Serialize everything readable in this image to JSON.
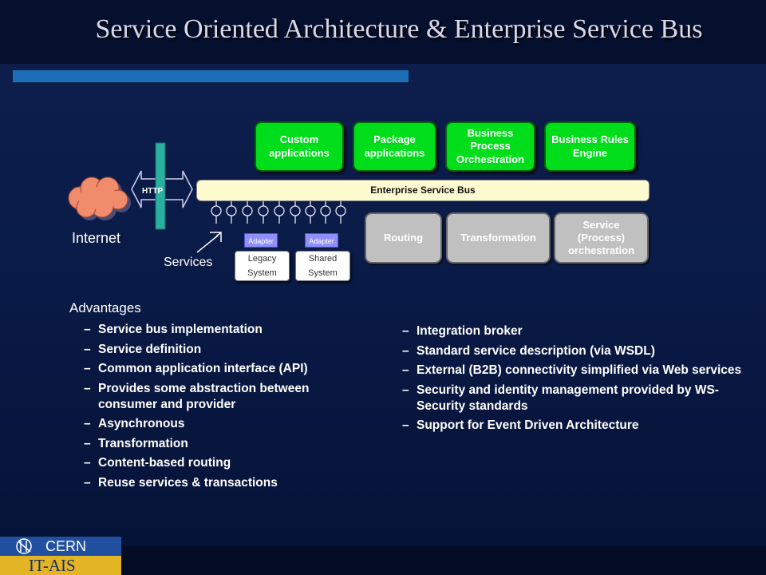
{
  "title": "Service Oriented Architecture & Enterprise Service Bus",
  "diagram": {
    "apps": [
      "Custom applications",
      "Package applications",
      "Business Process Orchestration",
      "Business Rules Engine"
    ],
    "esb": "Enterprise Service Bus",
    "http": "HTTP",
    "internet": "Internet",
    "services": "Services",
    "adapters": [
      "Adapter",
      "Adapter"
    ],
    "systems": [
      {
        "line1": "Legacy",
        "line2": "System"
      },
      {
        "line1": "Shared",
        "line2": "System"
      }
    ],
    "functions": [
      "Routing",
      "Transformation",
      "Service (Process) orchestration"
    ],
    "colors": {
      "app_green": "#00dd1a",
      "esb_bar": "#fffbd1",
      "function_grey": "#c0c0c0",
      "adapter": "#8f8ff8",
      "cloud": "#f08c6c"
    }
  },
  "advantages": {
    "heading": "Advantages",
    "left": [
      "Service bus implementation",
      "Service definition",
      "Common application interface (API)",
      "Provides some abstraction between consumer and provider",
      "Asynchronous",
      "Transformation",
      "Content-based routing",
      "Reuse services & transactions"
    ],
    "right": [
      "Integration broker",
      "Standard service description (via WSDL)",
      "External (B2B) connectivity simplified via Web services",
      "Security and identity management provided by WS-Security standards",
      "Support for Event Driven Architecture"
    ]
  },
  "footer": {
    "org": "CERN",
    "dept": "IT-AIS"
  }
}
